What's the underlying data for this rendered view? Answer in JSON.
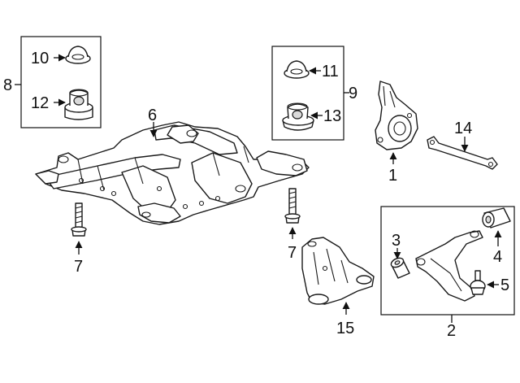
{
  "diagram": {
    "callouts": {
      "c1": "1",
      "c2": "2",
      "c3": "3",
      "c4": "4",
      "c5": "5",
      "c6": "6",
      "c7a": "7",
      "c7b": "7",
      "c8": "8",
      "c9": "9",
      "c10": "10",
      "c11": "11",
      "c12": "12",
      "c13": "13",
      "c14": "14",
      "c15": "15"
    }
  }
}
